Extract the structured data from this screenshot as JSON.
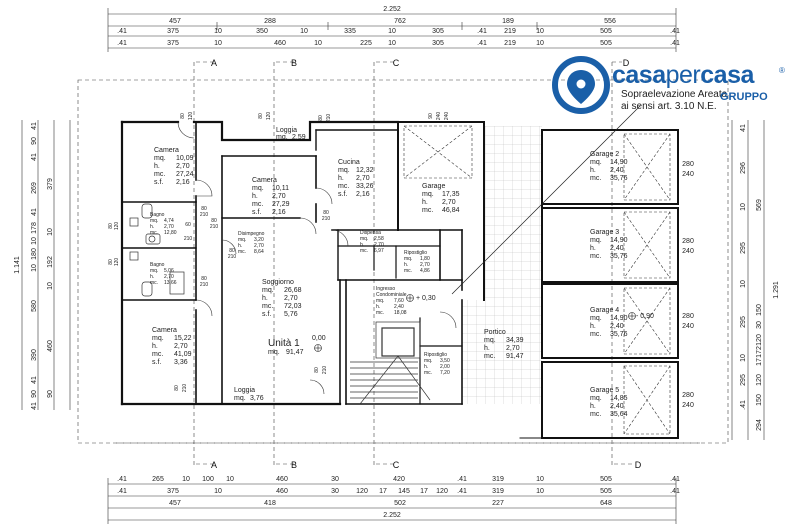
{
  "dimensions": {
    "total": "2.252",
    "top_row1": [
      "457",
      "288",
      "762",
      "189",
      "556"
    ],
    "top_row2": [
      ".41",
      "375",
      "10",
      "350",
      "10",
      "335",
      "10",
      "305",
      ".41",
      "219",
      "10",
      "505",
      ".41"
    ],
    "top_row3": [
      ".41",
      "375",
      "10",
      "460",
      "10",
      "225",
      "10",
      "305",
      ".41",
      "219",
      "10",
      "505",
      ".41"
    ],
    "bottom_row1": [
      ".41",
      "265",
      "10",
      "100",
      "10",
      "460",
      "30",
      "420",
      ".41",
      "319",
      "10",
      "505",
      ".41"
    ],
    "bottom_row2": [
      ".41",
      "375",
      "10",
      "460",
      "30",
      "120",
      "17",
      "145",
      "17",
      "120",
      ".41",
      "319",
      "10",
      "505",
      ".41"
    ],
    "bottom_row3": [
      "457",
      "418",
      "502",
      "227",
      "648"
    ],
    "left_outer": [
      "1.141",
      "41",
      "90",
      "41",
      "269",
      "41",
      "178",
      "10",
      "180",
      "10",
      "580",
      "390",
      "41",
      "90",
      "41"
    ],
    "left_inner": [
      "379",
      "10",
      "192",
      "10",
      "460",
      "90"
    ],
    "right_inner": [
      "41",
      "296",
      "10",
      "295",
      "10",
      "295",
      "10",
      "295",
      ".41"
    ],
    "right_outer": [
      "569",
      "1.291",
      "150",
      "30",
      "120",
      "172",
      "17",
      "120",
      "150",
      "294"
    ],
    "right_hs": [
      "280",
      "240",
      "280",
      "240",
      "280",
      "240",
      "280",
      "240"
    ]
  },
  "axes": {
    "A": "A",
    "B": "B",
    "C": "C",
    "D": "D"
  },
  "logo": {
    "casa": "casa",
    "per": "per",
    "casa2": "casa",
    "reg": "®",
    "sub": "GRUPPO"
  },
  "note": {
    "line1": "Sopraelevazione Areata",
    "line2": "ai sensi art. 3.10 N.E."
  },
  "rooms": {
    "camera1": {
      "name": "Camera",
      "l1": "mq.",
      "v1": "10,09",
      "l2": "h.",
      "v2": "2,70",
      "l3": "mc.",
      "v3": "27,24",
      "l4": "s.f.",
      "v4": "2,16"
    },
    "camera2": {
      "name": "Camera",
      "l1": "mq.",
      "v1": "10,11",
      "l2": "h.",
      "v2": "2,70",
      "l3": "mc.",
      "v3": "27,29",
      "l4": "s.f.",
      "v4": "2,16"
    },
    "cucina": {
      "name": "Cucina",
      "l1": "mq.",
      "v1": "12,32",
      "l2": "h.",
      "v2": "2,70",
      "l3": "mc.",
      "v3": "33,26",
      "l4": "s.f.",
      "v4": "2,16"
    },
    "garage": {
      "name": "Garage",
      "l1": "mq.",
      "v1": "17,35",
      "l2": "h.",
      "v2": "2,70",
      "l3": "mc.",
      "v3": "46,84"
    },
    "bagno1": {
      "name": "Bagno",
      "l1": "mq.",
      "v1": "4,74",
      "l2": "h.",
      "v2": "2,70",
      "l3": "mc.",
      "v3": "12,80"
    },
    "bagno2": {
      "name": "Bagno",
      "l1": "mq.",
      "v1": "5,06",
      "l2": "h.",
      "v2": "2,70",
      "l3": "mc.",
      "v3": "13,66"
    },
    "disimpegno": {
      "name": "Disimpegno",
      "l1": "mq.",
      "v1": "3,20",
      "l2": "h.",
      "v2": "2,70",
      "l3": "mc.",
      "v3": "8,64"
    },
    "dispensa": {
      "name": "Dispensa",
      "l1": "mq.",
      "v1": "2,58",
      "l2": "h.",
      "v2": "2,70",
      "l3": "mc.",
      "v3": "6,97"
    },
    "ripostiglio1": {
      "name": "Ripostiglio",
      "l1": "mq.",
      "v1": "1,80",
      "l2": "h.",
      "v2": "2,70",
      "l3": "mc.",
      "v3": "4,86"
    },
    "soggiorno": {
      "name": "Soggiorno",
      "l1": "mq.",
      "v1": "26,68",
      "l2": "h.",
      "v2": "2,70",
      "l3": "mc.",
      "v3": "72,03",
      "l4": "s.f.",
      "v4": "5,76"
    },
    "camera3": {
      "name": "Camera",
      "l1": "mq.",
      "v1": "15,22",
      "l2": "h.",
      "v2": "2,70",
      "l3": "mc.",
      "v3": "41,09",
      "l4": "s.f.",
      "v4": "3,36"
    },
    "ingresso": {
      "name1": "Ingresso",
      "name2": "Condominiale",
      "l1": "mq.",
      "v1": "7,60",
      "l2": "h.",
      "v2": "2,40",
      "l3": "mc.",
      "v3": "18,08"
    },
    "ripostiglio2": {
      "name": "Ripostiglio",
      "l1": "mq.",
      "v1": "3,50",
      "l2": "h.",
      "v2": "2,00",
      "l3": "mc.",
      "v3": "7,20"
    },
    "portico": {
      "name": "Portico",
      "l1": "mq.",
      "v1": "34,39",
      "l2": "h.",
      "v2": "2,70",
      "l3": "mc.",
      "v3": "91,47"
    },
    "loggia1": {
      "name": "Loggia",
      "l1": "mq.",
      "v1": "2,59"
    },
    "loggia2": {
      "name": "Loggia",
      "l1": "mq.",
      "v1": "3,76"
    },
    "garage2": {
      "name": "Garage 2",
      "l1": "mq.",
      "v1": "14,90",
      "l2": "h.",
      "v2": "2,40",
      "l3": "mc.",
      "v3": "35,76"
    },
    "garage3": {
      "name": "Garage 3",
      "l1": "mq.",
      "v1": "14,90",
      "l2": "h.",
      "v2": "2,40",
      "l3": "mc.",
      "v3": "35,76"
    },
    "garage4": {
      "name": "Garage 4",
      "l1": "mq.",
      "v1": "14,90",
      "l2": "h.",
      "v2": "2,40",
      "l3": "mc.",
      "v3": "35,76"
    },
    "garage5": {
      "name": "Garage 5",
      "l1": "mq.",
      "v1": "14,85",
      "l2": "h.",
      "v2": "2,40",
      "l3": "mc.",
      "v3": "35,64"
    },
    "unita": {
      "name": "Unità 1",
      "l1": "mq.",
      "v1": "91,47"
    }
  },
  "levels": {
    "l1": "0,00",
    "l2": "+ 0,30",
    "l3": "- 0,90"
  },
  "window_marks": {
    "w1": "80",
    "w2": "120",
    "w3": "80",
    "w4": "120",
    "w5": "80",
    "w6": "210",
    "w7": "80",
    "w8": "210",
    "w9": "80",
    "w10": "210",
    "w11": "80",
    "w12": "210",
    "w13": "90",
    "w14": "240",
    "w15": "80",
    "w16": "210",
    "w17": "60",
    "w18": "210",
    "w19": "80",
    "w20": "210",
    "w21": "80",
    "w22": "120",
    "w23": "80",
    "w24": "120",
    "w25": "80",
    "w26": "210",
    "w27": "80",
    "w28": "210",
    "w29": "240"
  }
}
